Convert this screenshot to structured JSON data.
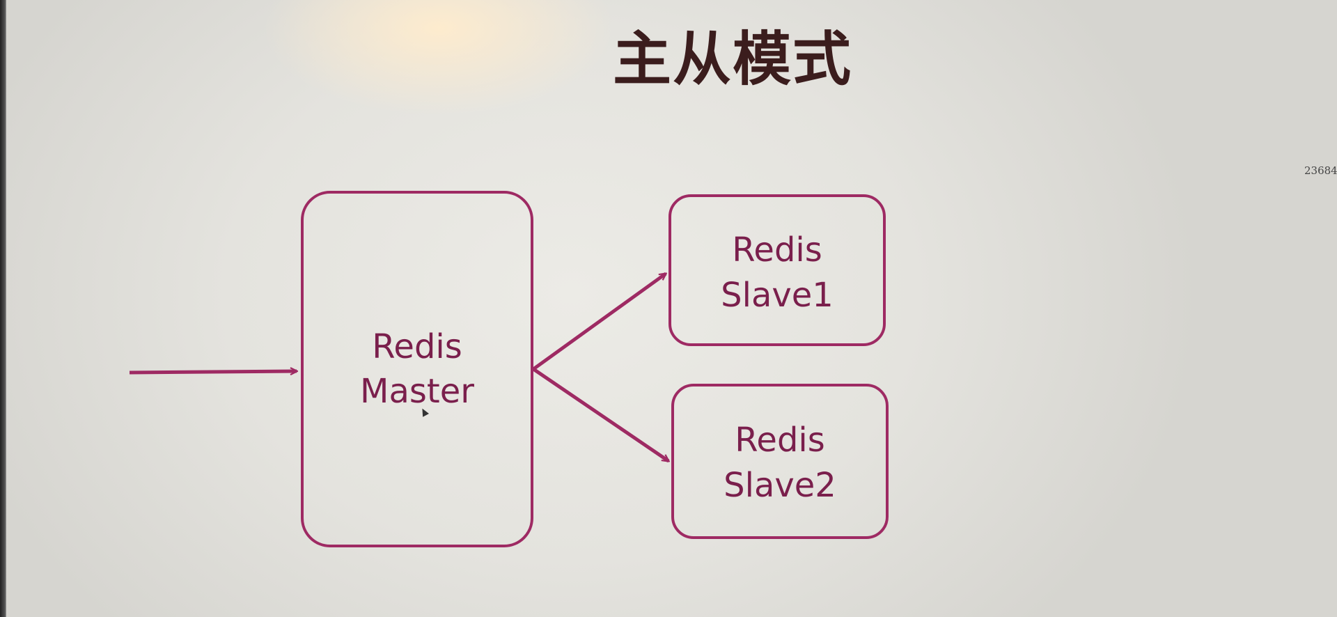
{
  "slide": {
    "title": "主从模式",
    "side_number": "23684"
  },
  "diagram": {
    "master": {
      "line1": "Redis",
      "line2": "Master"
    },
    "slave1": {
      "line1": "Redis",
      "line2": "Slave1"
    },
    "slave2": {
      "line1": "Redis",
      "line2": "Slave2"
    },
    "colors": {
      "stroke": "#9e2a63",
      "text": "#7a1f4c",
      "title": "#3b1d1d"
    }
  }
}
